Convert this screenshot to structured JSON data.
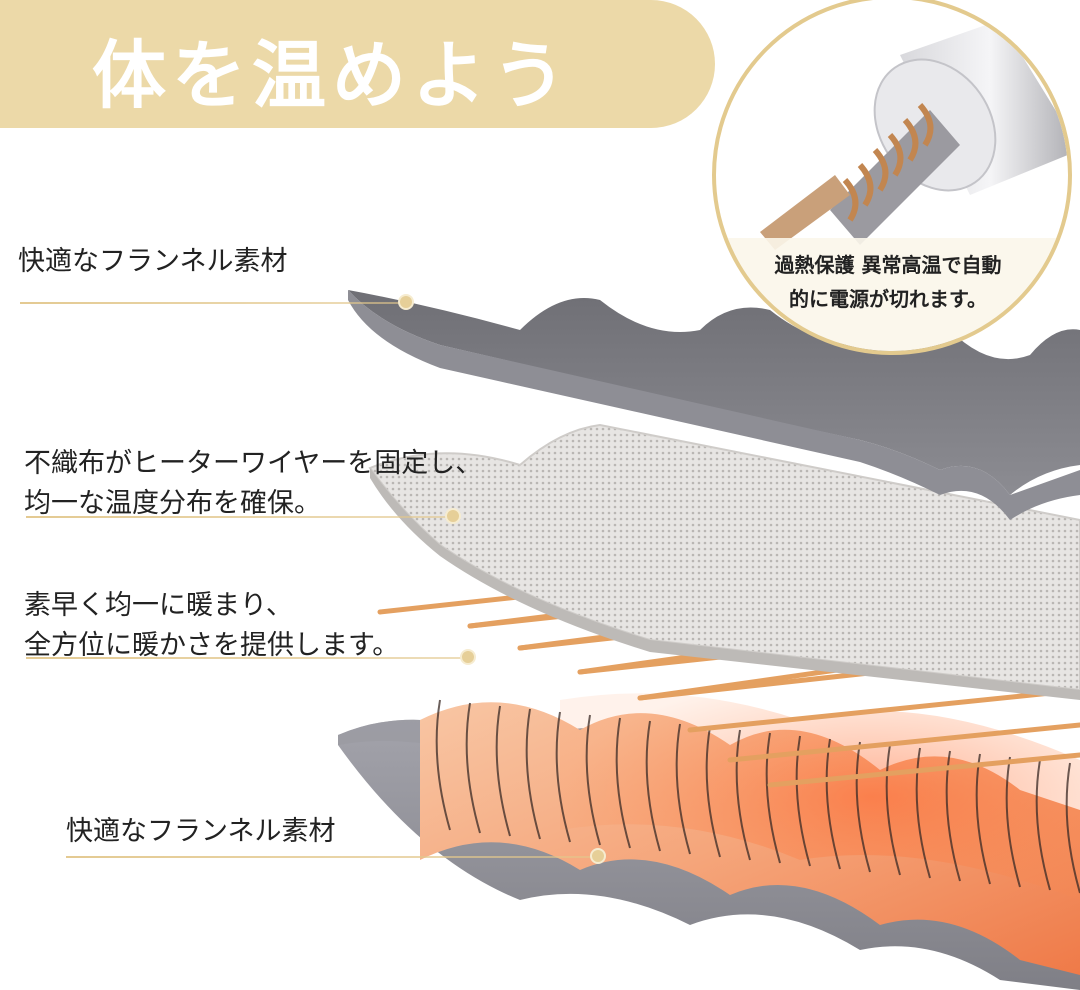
{
  "title": "体を温めよう",
  "layers": [
    {
      "label_lines": [
        "快適なフランネル素材"
      ]
    },
    {
      "label_lines": [
        "不織布がヒーターワイヤーを固定し、",
        "均一な温度分布を確保。"
      ]
    },
    {
      "label_lines": [
        "素早く均一に暖まり、",
        "全方位に暖かさを提供します。"
      ]
    },
    {
      "label_lines": [
        "快適なフランネル素材"
      ]
    }
  ],
  "zoom": {
    "caption_lines": [
      "過熱保護 異常高温で自動",
      "的に電源が切れます。"
    ]
  },
  "colors": {
    "banner": "#ecd9a8",
    "accent_gold": "#e3ca8e",
    "flannel_gray": "#7a7a80",
    "copper": "#e09a5a",
    "heat_orange": "#f28a52"
  }
}
